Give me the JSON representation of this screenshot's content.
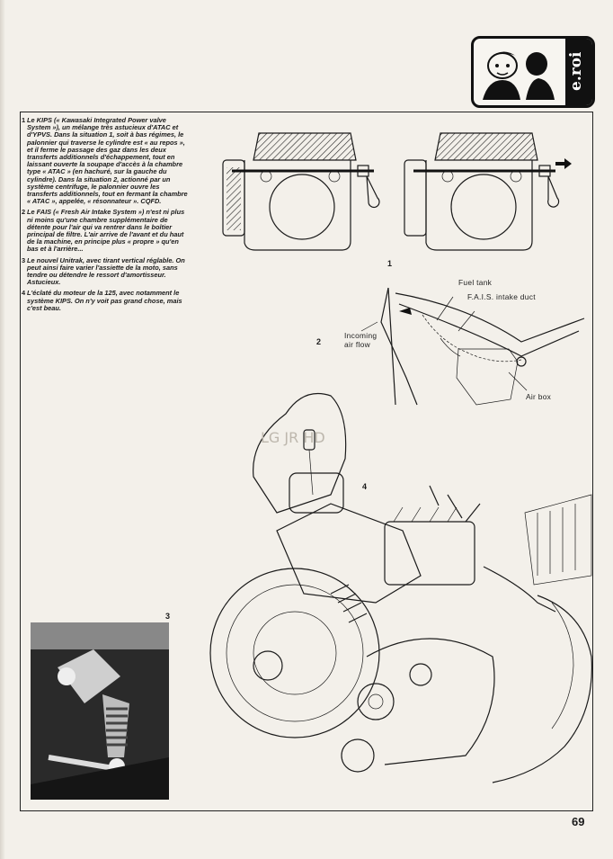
{
  "logo": {
    "text": "e.roi",
    "icon": "cartoon-figures-logo"
  },
  "captions": [
    {
      "num": "1",
      "text": "Le KIPS (« Kawasaki Integrated Power valve System »), un mélange très astucieux d'ATAC et d'YPVS. Dans la situation 1, soit à bas régimes, le palonnier qui traverse le cylindre est « au repos », et il ferme le passage des gaz dans les deux transferts additionnels d'échappement, tout en laissant ouverte la soupape d'accès à la chambre type « ATAC » (en hachuré, sur la gauche du cylindre). Dans la situation 2, actionné par un système centrifuge, le palonnier ouvre les transferts additionnels, tout en fermant la chambre « ATAC », appelée, « résonnateur ». CQFD."
    },
    {
      "num": "2",
      "text": "Le FAIS (« Fresh Air Intake System ») n'est ni plus ni moins qu'une chambre supplémentaire de détente pour l'air qui va rentrer dans le boîtier principal de filtre. L'air arrive de l'avant et du haut de la machine, en principe plus « propre » qu'en bas et à l'arrière..."
    },
    {
      "num": "3",
      "text": "Le nouvel Unitrak, avec tirant vertical réglable. On peut ainsi faire varier l'assiette de la moto, sans tendre ou détendre le ressort d'amortisseur. Astucieux."
    },
    {
      "num": "4",
      "text": "L'éclaté du moteur de la 125, avec notamment le système KIPS. On n'y voit pas grand chose, mais c'est beau."
    }
  ],
  "figures": {
    "fig1_label": "1",
    "fig2_label": "2",
    "fig3_label": "3",
    "fig4_label": "4",
    "callouts": {
      "fuel_tank": "Fuel tank",
      "fais_duct": "F.A.I.S. intake duct",
      "incoming_air_1": "Incoming",
      "incoming_air_2": "air flow",
      "air_box": "Air box"
    },
    "watermark": "LG JR HD"
  },
  "page_number": "69"
}
